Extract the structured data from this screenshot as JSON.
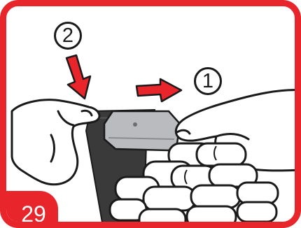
{
  "step_markers": {
    "step_2": "2",
    "step_1": "1"
  },
  "step_number": "29",
  "colors": {
    "accent_red": "#e8252b",
    "outline": "#1a1a1a",
    "device_body": "#3a3a3a",
    "cover_plate": "#b9bbbe",
    "skin": "#ffffff"
  }
}
